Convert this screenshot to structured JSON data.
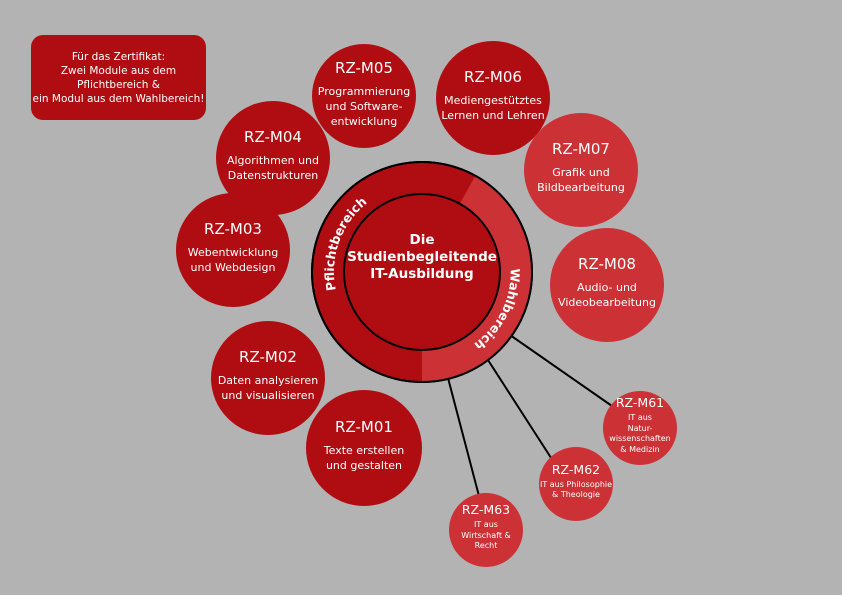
{
  "note": {
    "lines": [
      "Für das Zertifikat:",
      "Zwei Module aus dem",
      "Pflichtbereich &",
      "ein Modul aus dem Wahlbereich!"
    ]
  },
  "center": {
    "lines": [
      "Die",
      "Studienbegleitende",
      "IT-Ausbildung"
    ],
    "ring_left": "Pflichtbereich",
    "ring_right": "Wahlbereich"
  },
  "colors": {
    "background": "#b3b3b3",
    "pflicht": "#b00d12",
    "wahl": "#cc3136"
  },
  "modules": [
    {
      "code": "RZ-M05",
      "title": [
        "Programmierung",
        "und Software-",
        "entwicklung"
      ]
    },
    {
      "code": "RZ-M06",
      "title": [
        "Mediengestütztes",
        "Lernen und Lehren"
      ]
    },
    {
      "code": "RZ-M04",
      "title": [
        "Algorithmen und",
        "Datenstrukturen"
      ]
    },
    {
      "code": "RZ-M07",
      "title": [
        "Grafik und",
        "Bildbearbeitung"
      ]
    },
    {
      "code": "RZ-M03",
      "title": [
        "Webentwicklung",
        "und Webdesign"
      ]
    },
    {
      "code": "RZ-M08",
      "title": [
        "Audio- und",
        "Videobearbeitung"
      ]
    },
    {
      "code": "RZ-M02",
      "title": [
        "Daten analysieren",
        "und visualisieren"
      ]
    },
    {
      "code": "RZ-M01",
      "title": [
        "Texte erstellen",
        "und gestalten"
      ]
    },
    {
      "code": "RZ-M61",
      "title": [
        "IT aus",
        "Natur-",
        "wissenschaften",
        "& Medizin"
      ]
    },
    {
      "code": "RZ-M62",
      "title": [
        "IT aus Philosophie",
        "& Theologie"
      ]
    },
    {
      "code": "RZ-M63",
      "title": [
        "IT aus",
        "Wirtschaft &",
        "Recht"
      ]
    }
  ]
}
